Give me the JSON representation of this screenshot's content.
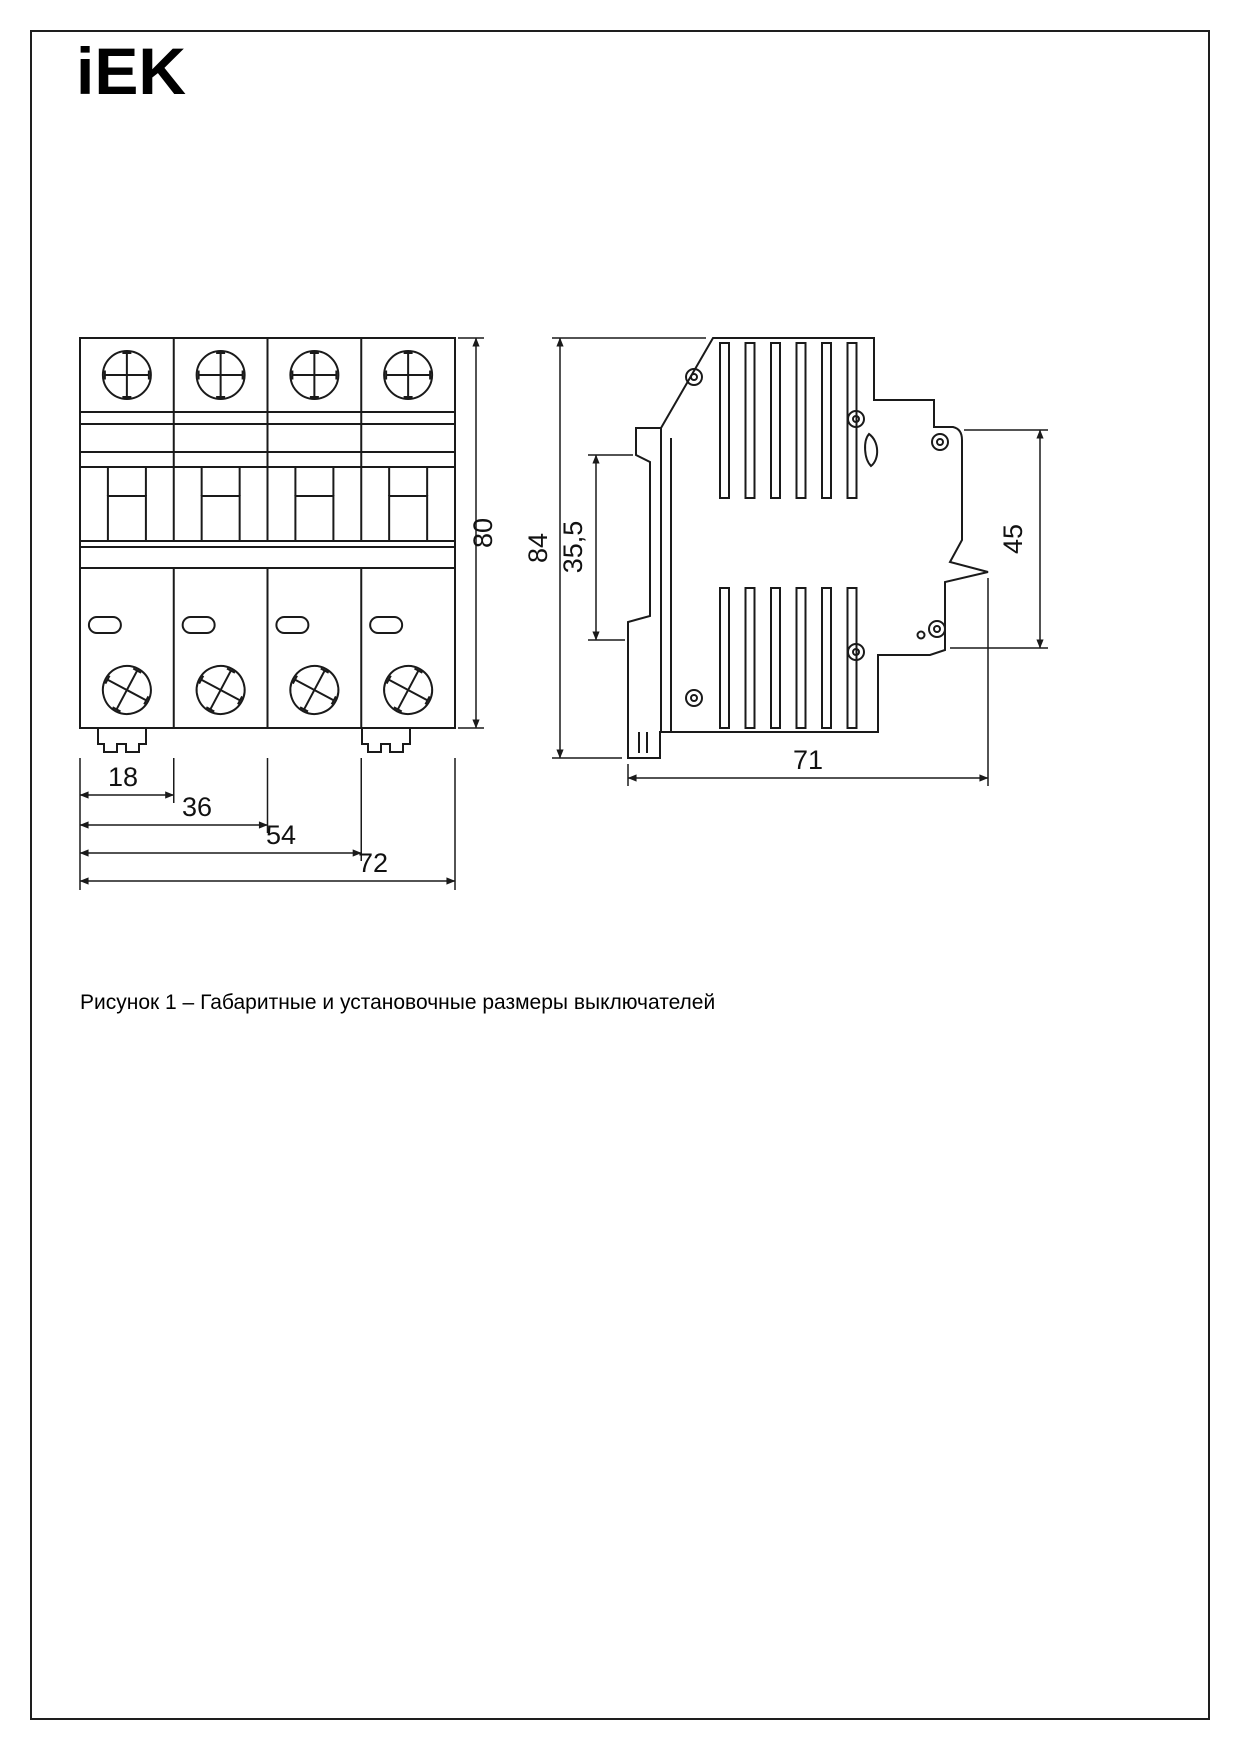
{
  "brand": {
    "logo_text": "iEK"
  },
  "figure": {
    "caption": "Рисунок 1 – Габаритные и установочные размеры выключателей"
  },
  "front_view": {
    "dims": {
      "height": "80",
      "w18": "18",
      "w36": "36",
      "w54": "54",
      "w72": "72"
    }
  },
  "side_view": {
    "dims": {
      "height": "84",
      "din": "35,5",
      "rear": "45",
      "depth": "71"
    }
  }
}
